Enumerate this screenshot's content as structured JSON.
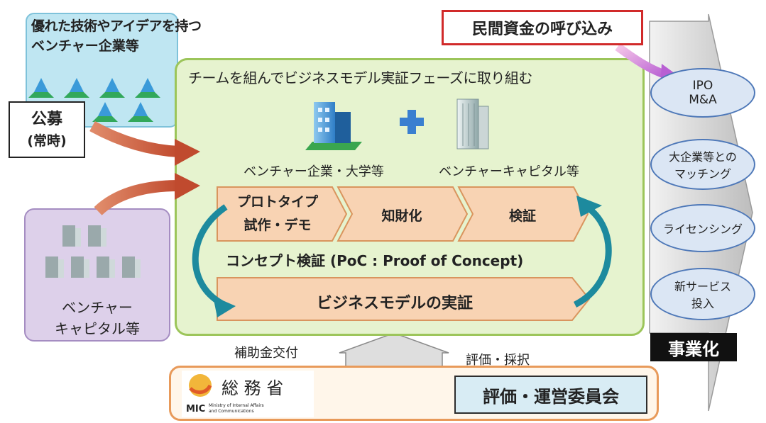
{
  "venture_box": {
    "title_line1": "優れた技術やアイデアを持つ",
    "title_line2": "ベンチャー企業等"
  },
  "recruitment": {
    "line1": "公募",
    "line2": "(常時)"
  },
  "funding_box": {
    "label": "民間資金の呼び込み"
  },
  "main_panel": {
    "title": "チームを組んでビジネスモデル実証フェーズに取り組む",
    "left_org": "ベンチャー企業・大学等",
    "right_org": "ベンチャーキャピタル等",
    "plus": "＋"
  },
  "steps": [
    {
      "label_line1": "プロトタイプ",
      "label_line2": "試作・デモ"
    },
    {
      "label_line1": "知財化",
      "label_line2": ""
    },
    {
      "label_line1": "検証",
      "label_line2": ""
    }
  ],
  "poc_label": "コンセプト検証 (PoC : Proof of Concept)",
  "business_model_label": "ビジネスモデルの実証",
  "vc_box": {
    "line1": "ベンチャー",
    "line2": "キャピタル等"
  },
  "outcomes": [
    {
      "line1": "IPO",
      "line2": "M&A"
    },
    {
      "line1": "大企業等との",
      "line2": "マッチング"
    },
    {
      "line1": "ライセンシング",
      "line2": ""
    },
    {
      "line1": "新サービス",
      "line2": "投入"
    }
  ],
  "commercialization": "事業化",
  "bottom": {
    "subsidy_label": "補助金交付",
    "evaluation_label": "評価・採択",
    "ministry_name": "総 務 省",
    "mic": "MIC",
    "ministry_en_line1": "Ministry of Internal Affairs",
    "ministry_en_line2": "and Communications",
    "committee": "評価・運営委員会"
  },
  "colors": {
    "venture_bg": "#bfe6f2",
    "vc_bg": "#ddd0ea",
    "main_bg": "#e6f3cf",
    "main_border": "#9cc55a",
    "step_fill": "#f8d3b3",
    "step_border": "#d9955e",
    "outcome_fill": "#dbe6f4",
    "outcome_border": "#4e78b8",
    "funding_border": "#d12a2a",
    "bottom_border": "#e89a5a",
    "bottom_bg": "#fff6ea",
    "committee_bg": "#d8ecf4",
    "arrow_red": "#c95a3d",
    "arrow_teal": "#1d8a9e"
  },
  "icons": {
    "building": "building-icon",
    "tower": "office-tower-icon",
    "plus": "plus-icon",
    "mic_logo": "mic-logo-icon"
  }
}
